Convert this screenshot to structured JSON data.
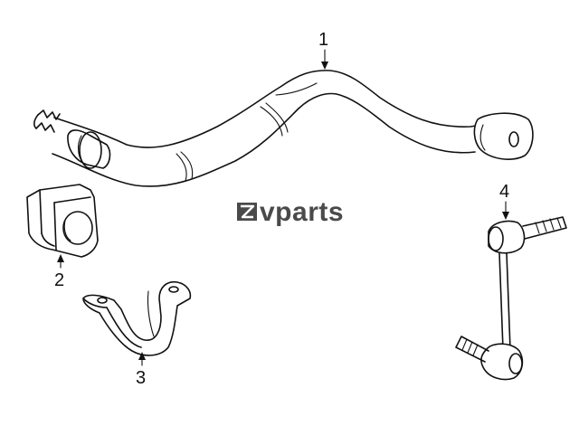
{
  "watermark": {
    "brand": "vparts",
    "logo_mark": "ZV-logo-icon"
  },
  "callouts": [
    {
      "label": "1",
      "part": "stabilizer-bar"
    },
    {
      "label": "2",
      "part": "stabilizer-bushing"
    },
    {
      "label": "3",
      "part": "bushing-bracket"
    },
    {
      "label": "4",
      "part": "stabilizer-link"
    }
  ]
}
